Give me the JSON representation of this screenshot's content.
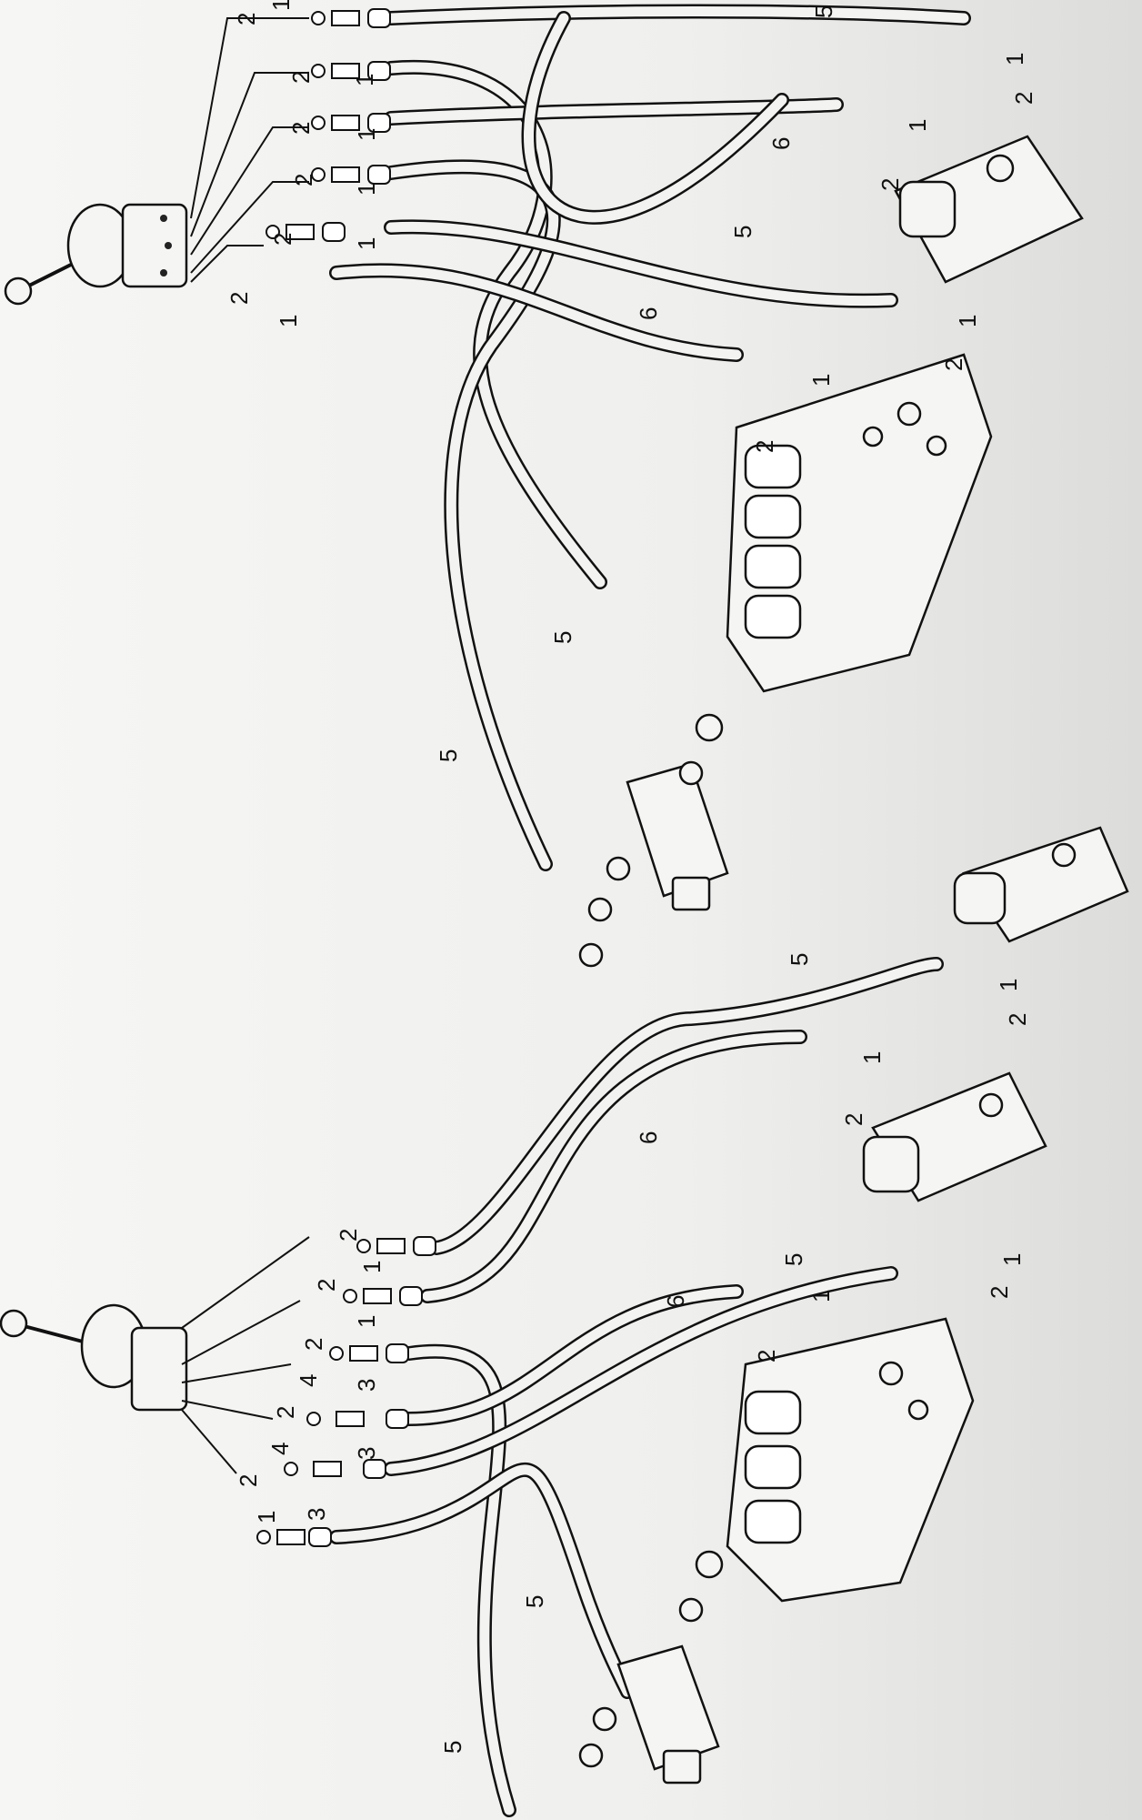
{
  "diagram": {
    "title": "Hydraulic joystick control hose routing",
    "top_assembly_callouts": [
      "1",
      "2",
      "5",
      "1",
      "2",
      "2",
      "1",
      "6",
      "1",
      "2",
      "2",
      "1",
      "2",
      "1",
      "5",
      "2",
      "1",
      "6",
      "1",
      "2",
      "2",
      "1",
      "1",
      "2",
      "5",
      "5"
    ],
    "bottom_assembly_callouts": [
      "5",
      "1",
      "2",
      "6",
      "1",
      "2",
      "2",
      "1",
      "2",
      "1",
      "2",
      "4",
      "3",
      "5",
      "1",
      "2",
      "6",
      "1",
      "2",
      "2",
      "4",
      "3",
      "2",
      "3",
      "1",
      "5",
      "5"
    ]
  }
}
